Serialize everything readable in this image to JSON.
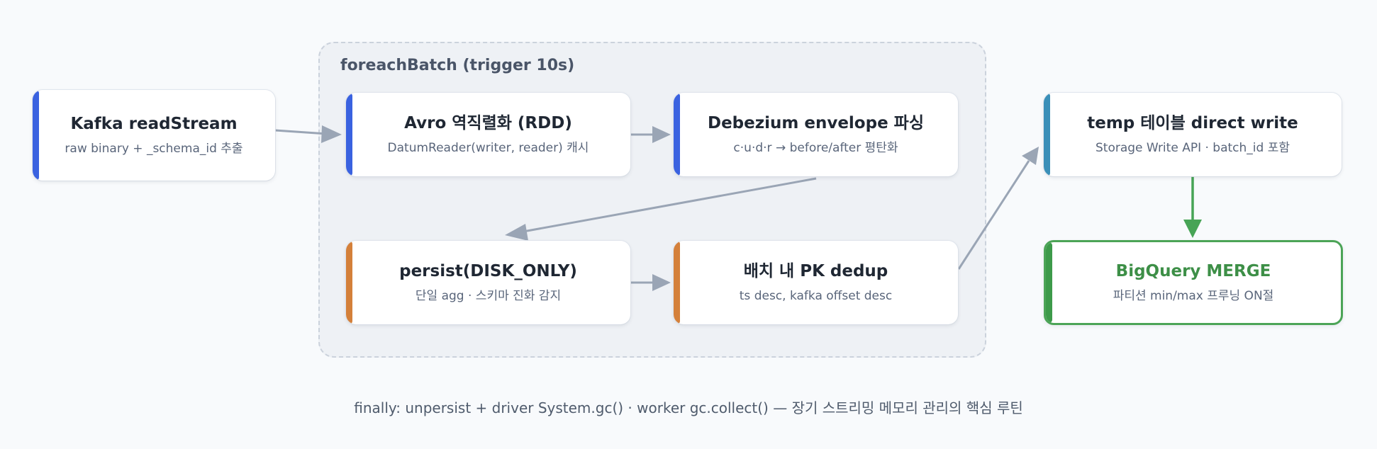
{
  "colors": {
    "accent_blue": "#3a62e0",
    "accent_orange": "#d4803a",
    "accent_teal": "#3a8fb8",
    "accent_green": "#3d9a4a",
    "arrow_gray": "#9aa5b5",
    "arrow_green": "#47a456"
  },
  "group": {
    "title": "foreachBatch (trigger 10s)"
  },
  "nodes": {
    "kafka": {
      "title": "Kafka readStream",
      "subtitle": "raw binary + _schema_id 추출"
    },
    "avro": {
      "title": "Avro 역직렬화 (RDD)",
      "subtitle": "DatumReader(writer, reader) 캐시"
    },
    "debezium": {
      "title": "Debezium envelope 파싱",
      "subtitle": "c·u·d·r → before/after 평탄화"
    },
    "persist": {
      "title": "persist(DISK_ONLY)",
      "subtitle": "단일 agg · 스키마 진화 감지"
    },
    "dedup": {
      "title": "배치 내 PK dedup",
      "subtitle": "ts desc, kafka offset desc"
    },
    "temp": {
      "title": "temp 테이블 direct write",
      "subtitle": "Storage Write API · batch_id 포함"
    },
    "merge": {
      "title": "BigQuery MERGE",
      "subtitle": "파티션 min/max 프루닝 ON절"
    }
  },
  "footer": {
    "note": "finally: unpersist + driver System.gc() · worker gc.collect() — 장기 스트리밍 메모리 관리의 핵심 루틴"
  }
}
